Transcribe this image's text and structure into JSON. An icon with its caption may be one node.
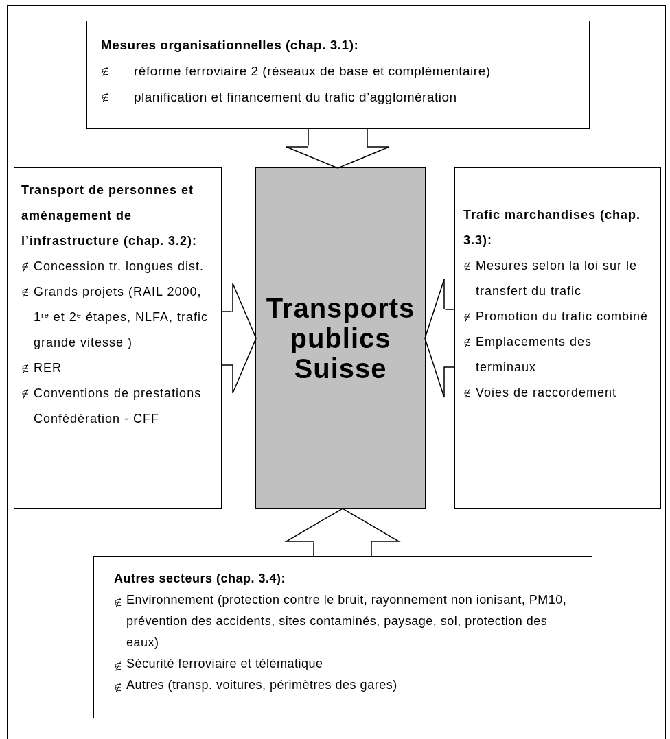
{
  "diagram": {
    "nodes": [
      {
        "text": [
          "Mesures organisationnelles (chap. 3.1):",
          "réforme ferroviaire 2 (réseaux de base et complémentaire)",
          "planification et financement du trafic d’agglomération"
        ]
      },
      {
        "text": [
          "Transport de personnes et aménagement de l’infrastructure (chap. 3.2):",
          "Concession tr. longues dist.",
          "Grands projets (RAIL 2000, 1$^{re}$ et 2$^{e}$ étapes, NLFA, trafic grande vitesse )",
          "RER",
          "Conventions de prestations Confédération - CFF"
        ]
      },
      {
        "text": [
          "Transports publics Suisse"
        ]
      },
      {
        "text": [
          "Trafic marchandises (chap. 3.3):",
          "Mesures selon la loi sur le transfert du trafic",
          "Promotion du trafic combiné",
          "Emplacements des terminaux",
          "Voies de raccordement"
        ]
      },
      {
        "text": [
          "Autres secteurs (chap. 3.4):",
          "Environnement (protection contre le bruit, rayonnement non ionisant, PM10, prévention des accidents, sites contaminés, paysage, sol, protection des eaux)",
          "Sécurité ferroviaire et télématique",
          "Autres (transp. voitures, périmètres des gares)"
        ]
      }
    ],
    "edges": [
      {
        "from": 0,
        "to": 2,
        "arrow": "to"
      },
      {
        "from": 1,
        "to": 2,
        "arrow": "to"
      },
      {
        "from": 3,
        "to": 2,
        "arrow": "to"
      },
      {
        "from": 4,
        "to": 2,
        "arrow": "to"
      }
    ]
  }
}
